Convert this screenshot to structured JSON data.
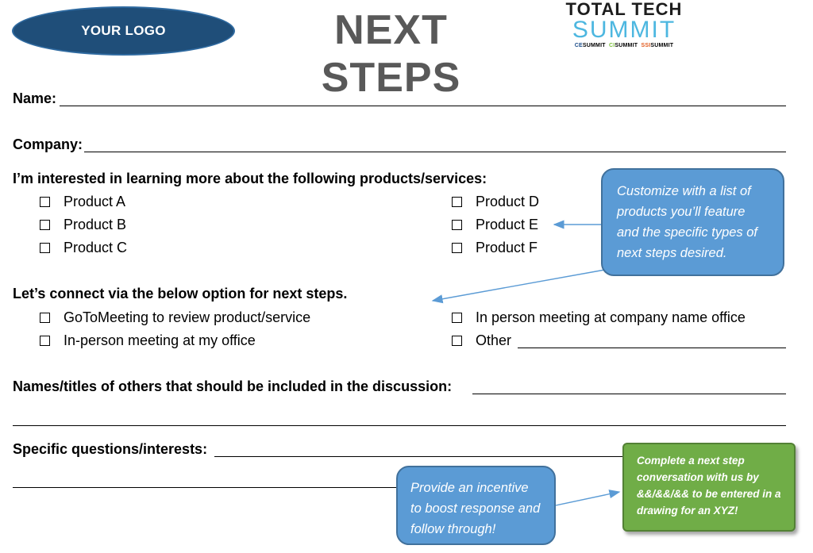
{
  "header": {
    "logo_text": "YOUR LOGO",
    "title": "NEXT STEPS",
    "brand": {
      "line1": "TOTAL TECH",
      "line2": "SUMMIT",
      "sub_ce": "CE",
      "sub_ci": "CI",
      "sub_ssi": "SSI",
      "sub_word": "SUMMIT"
    }
  },
  "form": {
    "name_label": "Name:",
    "company_label": "Company:",
    "products_heading": "I’m interested in learning more about the following products/services:",
    "products": [
      "Product A",
      "Product B",
      "Product C",
      "Product D",
      "Product E",
      "Product F"
    ],
    "connect_heading": "Let’s connect via the below option for next steps.",
    "connect_options": [
      "GoToMeeting to review product/service",
      "In-person meeting at my office",
      "In person meeting at company name office",
      "Other"
    ],
    "others_label": "Names/titles of others that should be included in the discussion:",
    "questions_label": "Specific questions/interests:"
  },
  "callouts": {
    "customize": "Customize with a list of products you’ll feature and the specific types of next steps desired.",
    "incentive": "Provide an incentive to boost response and follow through!",
    "complete": "Complete a next step conversation with us by &&/&&/&& to be entered in a drawing for an XYZ!"
  },
  "colors": {
    "logo": "#1f4e79",
    "title": "#595959",
    "callout_blue": "#5b9bd5",
    "callout_green": "#70ad47",
    "brand_cyan": "#4db7e0"
  }
}
